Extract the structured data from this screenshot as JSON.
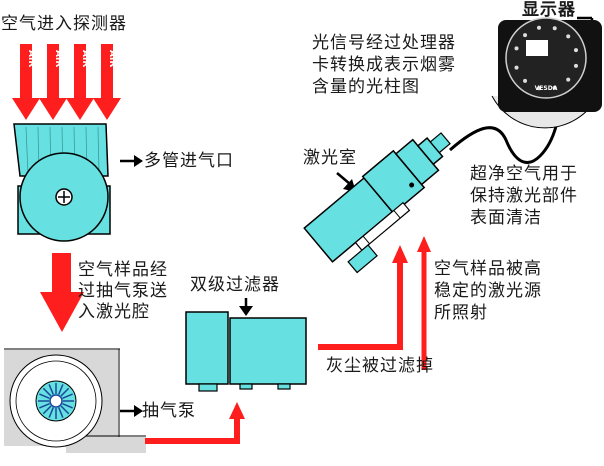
{
  "labels": {
    "air_intake": "空气进入探测器",
    "pipe_intake": "多管进气口",
    "air_sample_to_chamber": "空气样品经\n过抽气泵送\n入激光腔",
    "pump": "抽气泵",
    "filter": "双级过滤器",
    "dust_filtered": "灰尘被过滤掉",
    "laser_chamber": "激光室",
    "laser_illuminated": "空气样品被高\n稳定的激光源\n所照射",
    "clean_air": "超净空气用于\n保持激光部件\n表面清洁",
    "processor_card": "光信号经过处理器\n卡转换成表示烟雾\n含量的光柱图",
    "display": "显示器"
  },
  "air_arrow_text": "AIR",
  "air_arrow_count": 4,
  "display_brand": "VESDA",
  "colors": {
    "cyan": "#66e0e0",
    "red": "#ff1e1e",
    "black": "#000000",
    "gray": "#d8d8d8"
  }
}
